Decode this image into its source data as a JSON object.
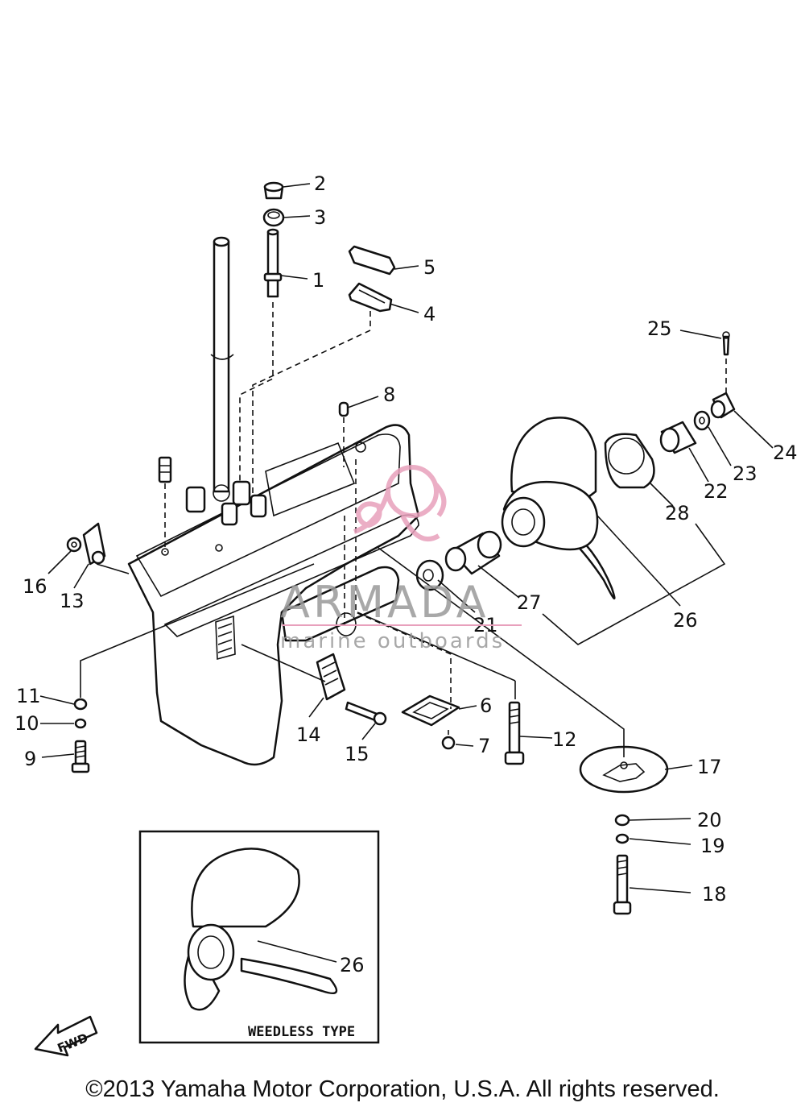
{
  "callouts": {
    "p1": "1",
    "p2": "2",
    "p3": "3",
    "p4": "4",
    "p5": "5",
    "p6": "6",
    "p7": "7",
    "p8": "8",
    "p9": "9",
    "p10": "10",
    "p11": "11",
    "p12": "12",
    "p13": "13",
    "p14": "14",
    "p15": "15",
    "p16": "16",
    "p17": "17",
    "p18": "18",
    "p19": "19",
    "p20": "20",
    "p21": "21",
    "p22": "22",
    "p23": "23",
    "p24": "24",
    "p25": "25",
    "p26": "26",
    "p27": "27",
    "p28": "28",
    "p26b": "26"
  },
  "watermark": {
    "main": "ARMADA",
    "sub": "marine outboards",
    "color": "#e8a0bc"
  },
  "inset": {
    "title": "WEEDLESS TYPE"
  },
  "fwd_label": "FWD",
  "copyright": "©2013 Yamaha Motor Corporation, U.S.A. All rights reserved."
}
